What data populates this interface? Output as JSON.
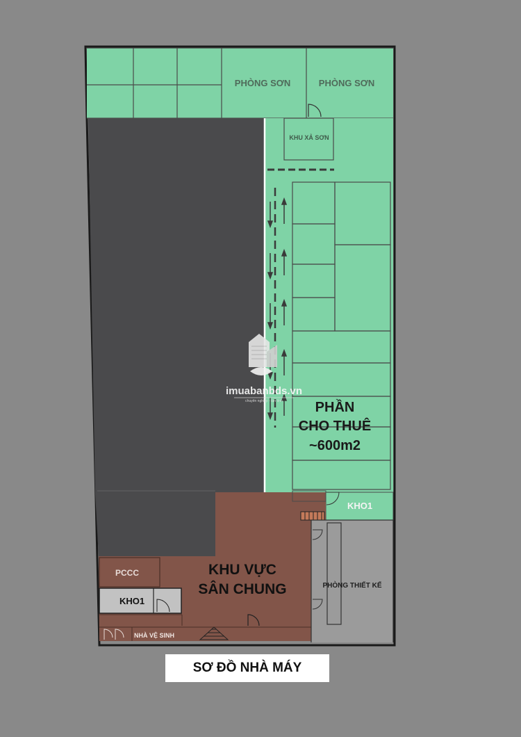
{
  "plan": {
    "rooms": {
      "paint_room_1": "PHÒNG SƠN",
      "paint_room_2": "PHÒNG SƠN",
      "paint_wash_area": "KHU XẢ SƠN",
      "rental_line1": "PHẦN",
      "rental_line2": "CHO THUÊ",
      "rental_line3": "~600m2",
      "storage_right": "KHO1",
      "common_yard_line1": "KHU VỰC",
      "common_yard_line2": "SÂN CHUNG",
      "fire_room": "PCCC",
      "storage_left": "KHO1",
      "restroom": "NHÀ VỆ SINH",
      "design_room": "PHÒNG THIẾT KẾ"
    },
    "watermark": {
      "brand": "imuabanbds.vn",
      "tagline": "chuyên nghiệp - tận tình"
    },
    "colors": {
      "background": "#898989",
      "rental_area": "#7fd3a6",
      "dark_block": "#4a4a4c",
      "common_yard": "#825549",
      "design_room": "#9b9b9b"
    }
  },
  "title": "SƠ ĐỒ NHÀ MÁY"
}
